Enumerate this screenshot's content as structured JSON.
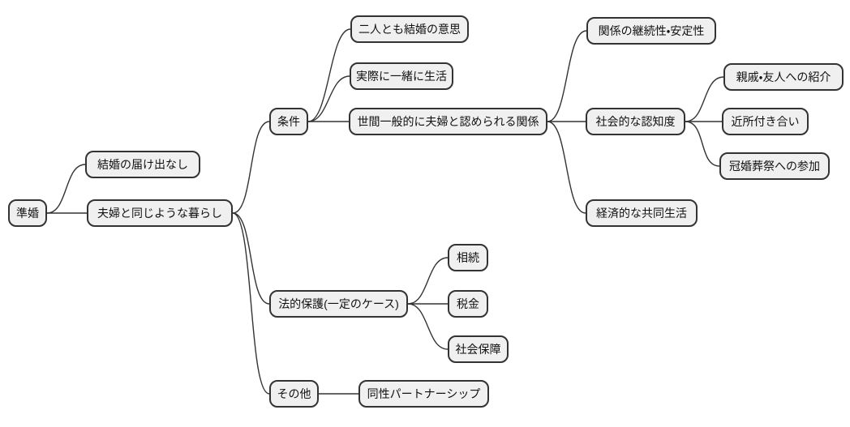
{
  "diagram_type": "mindmap",
  "colors": {
    "background": "#ffffff",
    "node_fill": "#f0f0f0",
    "node_border": "#333333",
    "node_text": "#111111",
    "edge": "#333333"
  },
  "mindmap": {
    "root": {
      "label": "準婚",
      "children": [
        {
          "label": "結婚の届け出なし"
        },
        {
          "label": "夫婦と同じような暮らし",
          "children": [
            {
              "label": "条件",
              "children": [
                {
                  "label": "二人とも結婚の意思"
                },
                {
                  "label": "実際に一緒に生活"
                },
                {
                  "label": "世間一般的に夫婦と認められる関係",
                  "children": [
                    {
                      "label": "関係の継続性・安定性"
                    },
                    {
                      "label": "社会的な認知度",
                      "children": [
                        {
                          "label": "親戚・友人への紹介"
                        },
                        {
                          "label": "近所付き合い"
                        },
                        {
                          "label": "冠婚葬祭への参加"
                        }
                      ]
                    },
                    {
                      "label": "経済的な共同生活"
                    }
                  ]
                }
              ]
            },
            {
              "label": "法的保護(一定のケース)",
              "children": [
                {
                  "label": "相続"
                },
                {
                  "label": "税金"
                },
                {
                  "label": "社会保障"
                }
              ]
            },
            {
              "label": "その他",
              "children": [
                {
                  "label": "同性パートナーシップ"
                }
              ]
            }
          ]
        }
      ]
    }
  }
}
